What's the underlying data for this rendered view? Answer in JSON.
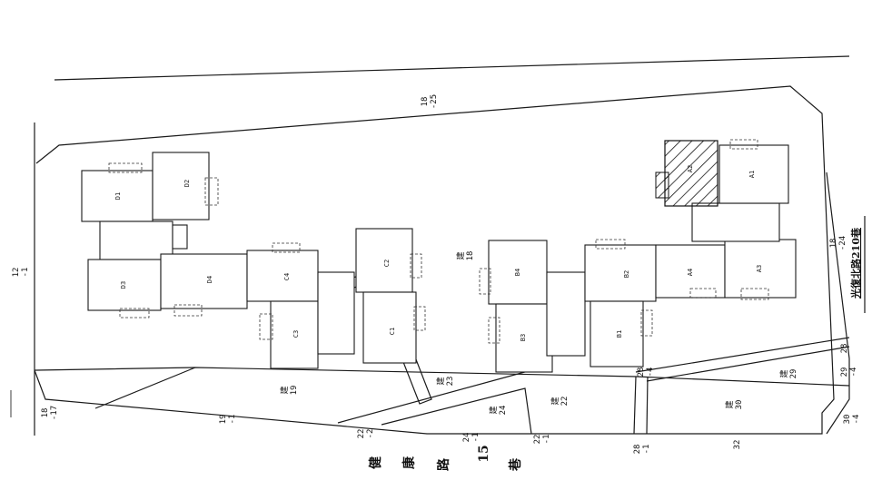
{
  "lot_labels": {
    "l18_25": "18\n-25",
    "l12_1": "12\n-1",
    "l18_17": "18\n-17",
    "l19_1": "19\n-1",
    "l22_2": "22\n-2",
    "l24_1": "24\n-1",
    "l22_1": "22\n-1",
    "l28_1": "28\n-1",
    "l32": "32",
    "l30_4": "30\n-4",
    "l29_4": "29\n-4",
    "l28_4": "28\n-4",
    "l28": "28",
    "l18_24": "18\n-24"
  },
  "parcel_labels": {
    "p18": "建\n18",
    "p19": "建\n19",
    "p23": "建\n23",
    "p24": "建\n24",
    "p22": "建\n22",
    "p30": "建\n30",
    "p29": "建\n29"
  },
  "units": {
    "D1": "D1",
    "D2": "D2",
    "D3": "D3",
    "D4": "D4",
    "C1": "C1",
    "C2": "C2",
    "C3": "C3",
    "C4": "C4",
    "B1": "B1",
    "B2": "B2",
    "B3": "B3",
    "B4": "B4",
    "A1": "A1",
    "A2": "A2",
    "A3": "A3",
    "A4": "A4"
  },
  "road_north": "光復北路210巷",
  "street_south": {
    "c1": "健",
    "c2": "康",
    "c3": "路",
    "c4": "15",
    "c5": "巷"
  }
}
